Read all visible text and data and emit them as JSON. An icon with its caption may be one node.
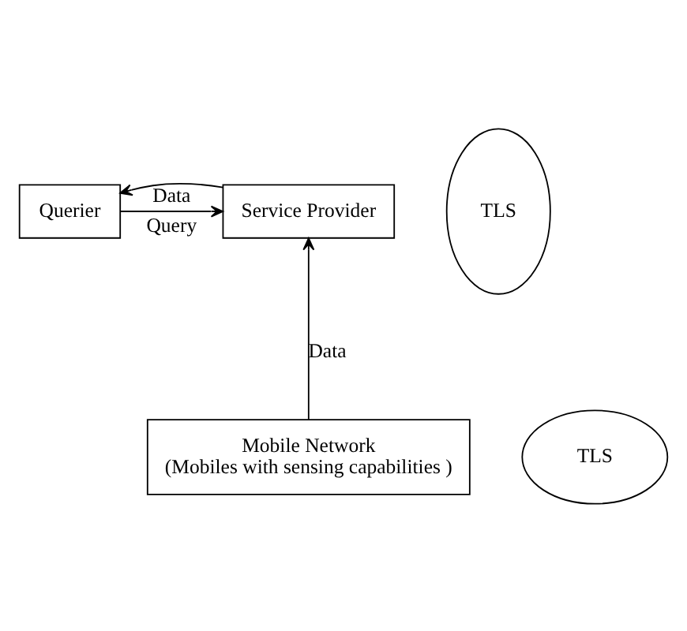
{
  "diagram": {
    "nodes": [
      {
        "text": [
          "Querier"
        ]
      },
      {
        "text": [
          "TLS"
        ]
      },
      {
        "text": [
          "Service Provider"
        ]
      },
      {
        "text": [
          "TLS"
        ]
      },
      {
        "text": [
          "Mobile Network",
          "(Mobiles with sensing capabilities )"
        ]
      }
    ],
    "edges": [
      {
        "from": 0,
        "to": 2,
        "arrow": "to",
        "label": "Query"
      },
      {
        "from": 2,
        "to": 0,
        "arrow": "to",
        "label": "Data"
      },
      {
        "from": 4,
        "to": 2,
        "arrow": "to",
        "label": "Data"
      }
    ]
  }
}
